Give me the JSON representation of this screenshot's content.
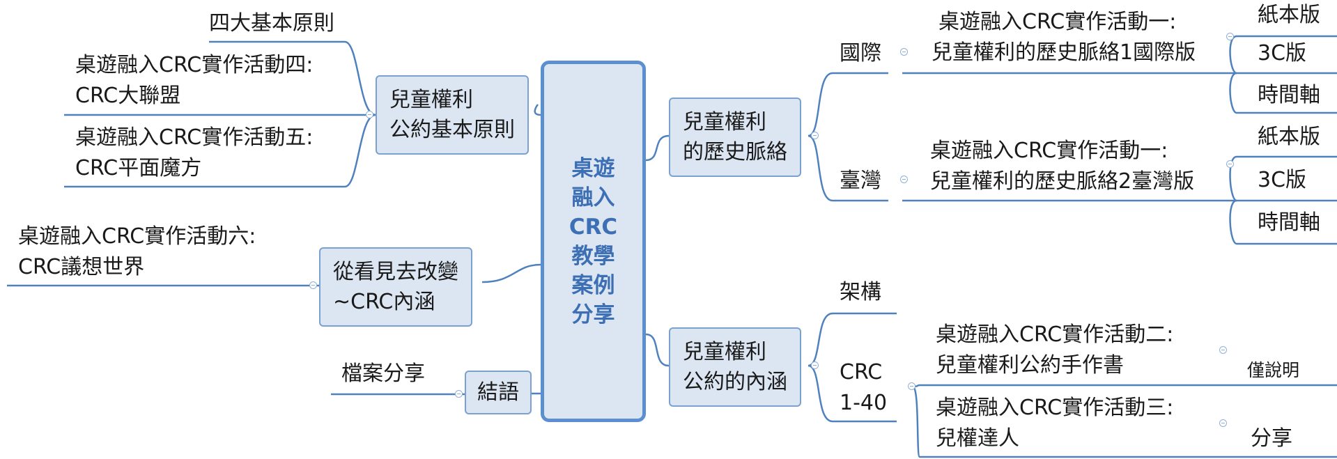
{
  "center": {
    "lines": [
      "桌遊",
      "融入",
      "CRC",
      "教學",
      "案例",
      "分享"
    ]
  },
  "left": {
    "principles": {
      "label": [
        "兒童權利",
        "公約基本原則"
      ],
      "children": [
        {
          "lines": [
            "四大基本原則"
          ]
        },
        {
          "lines": [
            "桌遊融入CRC實作活動四:",
            "CRC大聯盟"
          ]
        },
        {
          "lines": [
            "桌遊融入CRC實作活動五:",
            "CRC平面魔方"
          ]
        }
      ]
    },
    "change": {
      "label": [
        "從看見去改變",
        "~CRC內涵"
      ],
      "children": [
        {
          "lines": [
            "桌遊融入CRC實作活動六:",
            "CRC議想世界"
          ]
        }
      ]
    },
    "conclusion": {
      "label": [
        "結語"
      ],
      "children": [
        {
          "lines": [
            "檔案分享"
          ]
        }
      ]
    }
  },
  "right": {
    "history": {
      "label": [
        "兒童權利",
        "的歷史脈絡"
      ],
      "international": {
        "label": "國際",
        "activity": [
          "桌遊融入CRC實作活動一:",
          "兒童權利的歷史脈絡1國際版"
        ],
        "versions": [
          "紙本版",
          "3C版",
          "時間軸"
        ]
      },
      "taiwan": {
        "label": "臺灣",
        "activity": [
          "桌遊融入CRC實作活動一:",
          "兒童權利的歷史脈絡2臺灣版"
        ],
        "versions": [
          "紙本版",
          "3C版",
          "時間軸"
        ]
      }
    },
    "content": {
      "label": [
        "兒童權利",
        "公約的內涵"
      ],
      "structure": "架構",
      "crc": [
        "CRC",
        "1-40"
      ],
      "activities": [
        {
          "lines": [
            "桌遊融入CRC實作活動二:",
            "兒童權利公約手作書"
          ],
          "note": "僅說明"
        },
        {
          "lines": [
            "桌遊融入CRC實作活動三:",
            "兒權達人"
          ],
          "note": "分享"
        }
      ]
    }
  },
  "colors": {
    "center_border": "#5b8fd0",
    "node_fill": "#dce6f2",
    "node_border": "#7aa1cf",
    "line": "#4f81bd",
    "center_text": "#3d6fb5"
  }
}
